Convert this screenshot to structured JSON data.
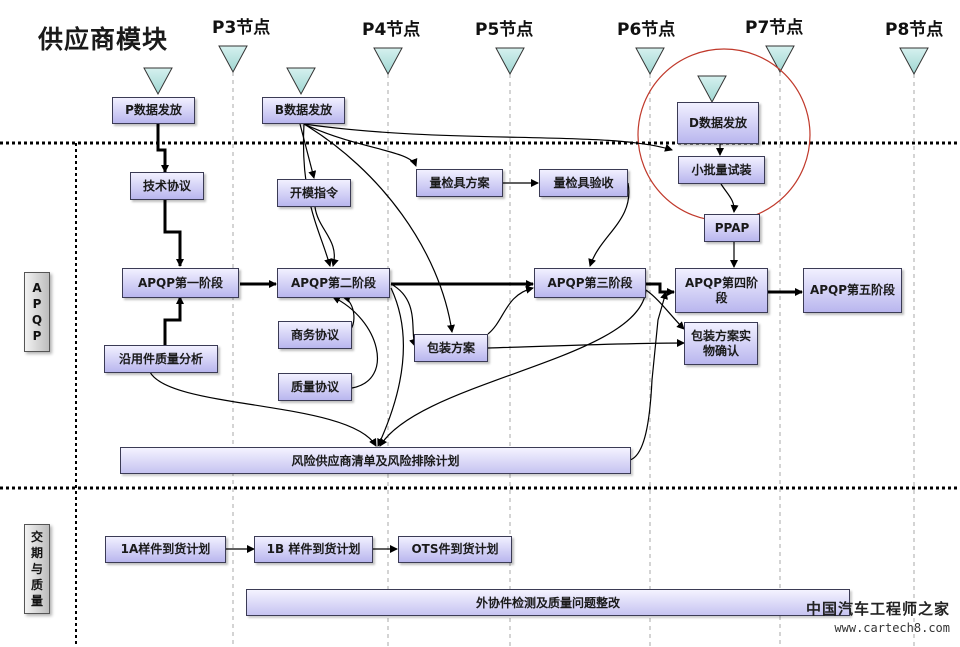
{
  "title": "供应商模块",
  "nodes": [
    "P3节点",
    "P4节点",
    "P5节点",
    "P6节点",
    "P7节点",
    "P8节点"
  ],
  "sections": {
    "apqp": [
      "A",
      "P",
      "Q",
      "P"
    ],
    "delivery": [
      "交",
      "期",
      "与",
      "质",
      "量"
    ]
  },
  "boxes": {
    "p_data": "P数据发放",
    "b_data": "B数据发放",
    "d_data": "D数据发放",
    "tech": "技术协议",
    "open_mold": "开模指令",
    "gauge_plan": "量检具方案",
    "gauge_accept": "量检具验收",
    "small_batch": "小批量试装",
    "ppap": "PPAP",
    "apqp1": "APQP第一阶段",
    "apqp2": "APQP第二阶段",
    "apqp3": "APQP第三阶段",
    "apqp4": "APQP第四阶段",
    "apqp5": "APQP第五阶段",
    "business": "商务协议",
    "quality": "质量协议",
    "carryover": "沿用件质量分析",
    "pack_plan": "包装方案",
    "pack_confirm": "包装方案实物确认",
    "risk": "风险供应商清单及风险排除计划",
    "s1a": "1A样件到货计划",
    "s1b": "1B 样件到货计划",
    "ots": "OTS件到货计划",
    "outsource": "外协件检测及质量问题整改"
  },
  "watermark": {
    "line1": "中国汽车工程师之家",
    "line2": "www.cartech8.com"
  },
  "colors": {
    "box_fill": "#b9b6ee",
    "triangle_fill": "#b7e3e0",
    "circle": "#c0392b"
  }
}
